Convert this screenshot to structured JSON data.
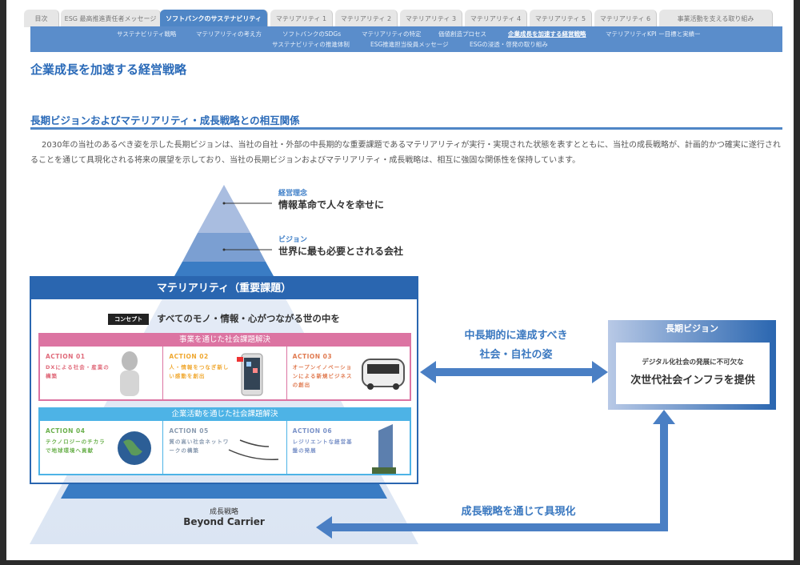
{
  "tabs": [
    {
      "label": "目次"
    },
    {
      "label": "ESG 最高推進責任者メッセージ"
    },
    {
      "label": "ソフトバンクのサステナビリティ",
      "active": true
    },
    {
      "label": "マテリアリティ 1"
    },
    {
      "label": "マテリアリティ 2"
    },
    {
      "label": "マテリアリティ 3"
    },
    {
      "label": "マテリアリティ 4"
    },
    {
      "label": "マテリアリティ 5"
    },
    {
      "label": "マテリアリティ 6"
    },
    {
      "label": "事業活動を支える取り組み"
    }
  ],
  "subnav": {
    "row1": [
      "サステナビリティ戦略",
      "マテリアリティの考え方",
      "ソフトバンクのSDGs",
      "マテリアリティの特定",
      "価値創造プロセス",
      "企業成長を加速する経営戦略",
      "マテリアリティKPI ー目標と実績ー"
    ],
    "row2": [
      "サステナビリティの推進体制",
      "ESG推進担当役員メッセージ",
      "ESGの浸透・啓発の取り組み"
    ],
    "current": "企業成長を加速する経営戦略"
  },
  "page_title": "企業成長を加速する経営戦略",
  "section_heading": "長期ビジョンおよびマテリアリティ・成長戦略との相互関係",
  "paragraph": "2030年の当社のあるべき姿を示した長期ビジョンは、当社の自社・外部の中長期的な重要課題であるマテリアリティが実行・実現された状態を表すとともに、当社の成長戦略が、計画的かつ確実に遂行されることを通じて具現化される将来の展望を示しており、当社の長期ビジョンおよびマテリアリティ・成長戦略は、相互に強固な関係性を保持しています。",
  "pyramid": {
    "philosophy_label": "経営理念",
    "philosophy": "情報革命で人々を幸せに",
    "vision_label": "ビジョン",
    "vision": "世界に最も必要とされる会社",
    "materiality_title": "マテリアリティ（重要課題）",
    "concept_tag": "コンセプト",
    "concept": "すべてのモノ・情報・心がつながる世の中を",
    "business": {
      "title": "事業を通じた社会課題解決",
      "color": "#dc74a2",
      "actions": [
        {
          "id": "ACTION 01",
          "text": "DXによる社会・産業の構築",
          "color": "#e06a7a"
        },
        {
          "id": "ACTION 02",
          "text": "人・情報をつなぎ新しい感動を創出",
          "color": "#f0a830"
        },
        {
          "id": "ACTION 03",
          "text": "オープンイノベーションによる新規ビジネスの創出",
          "color": "#e07a50"
        }
      ]
    },
    "corporate": {
      "title": "企業活動を通じた社会課題解決",
      "color": "#4db3e6",
      "actions": [
        {
          "id": "ACTION 04",
          "text": "テクノロジーのチカラで地球環境へ貢献",
          "color": "#6ab04c"
        },
        {
          "id": "ACTION 05",
          "text": "質の高い社会ネットワークの構築",
          "color": "#8a9bb0"
        },
        {
          "id": "ACTION 06",
          "text": "レジリエントな経営基盤の発展",
          "color": "#7a92c8"
        }
      ]
    },
    "growth_label": "成長戦略",
    "growth": "Beyond Carrier"
  },
  "arrows": {
    "mid_line1": "中長期的に達成すべき",
    "mid_line2": "社会・自社の姿",
    "bottom": "成長戦略を通じて具現化"
  },
  "long_vision": {
    "title": "長期ビジョン",
    "sub": "デジタル化社会の発展に不可欠な",
    "main": "次世代社会インフラを提供"
  },
  "colors": {
    "primary": "#2a66b0",
    "nav": "#5a8dcb",
    "arrow": "#4a7fc4"
  }
}
